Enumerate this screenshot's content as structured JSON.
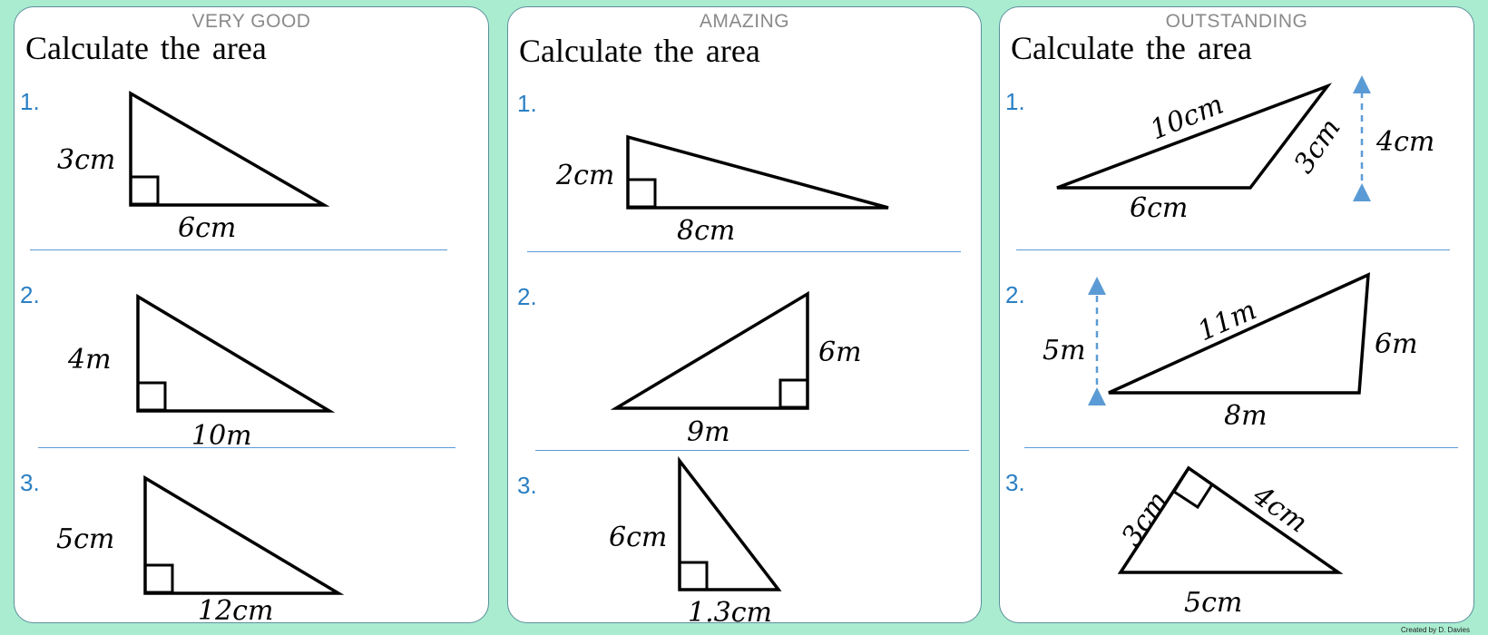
{
  "heading": "Calculate the area",
  "credit": "Created by D. Davies",
  "colors": {
    "background": "#a9ecd0",
    "card_border": "#5d8f9c",
    "number": "#2a7fc4",
    "divider": "#5b9bd5",
    "arrow": "#5b9bd5",
    "level": "#8a8a8a"
  },
  "cards": [
    {
      "level": "VERY GOOD",
      "questions": [
        {
          "number": "1.",
          "labels": {
            "height": "3cm",
            "base": "6cm"
          }
        },
        {
          "number": "2.",
          "labels": {
            "height": "4m",
            "base": "10m"
          }
        },
        {
          "number": "3.",
          "labels": {
            "height": "5cm",
            "base": "12cm"
          }
        }
      ]
    },
    {
      "level": "AMAZING",
      "questions": [
        {
          "number": "1.",
          "labels": {
            "height": "2cm",
            "base": "8cm"
          }
        },
        {
          "number": "2.",
          "labels": {
            "height": "6m",
            "base": "9m"
          }
        },
        {
          "number": "3.",
          "labels": {
            "height": "6cm",
            "base": "1.3cm"
          }
        }
      ]
    },
    {
      "level": "OUTSTANDING",
      "questions": [
        {
          "number": "1.",
          "labels": {
            "long_side": "10cm",
            "short_side": "3cm",
            "base": "6cm",
            "height": "4cm"
          }
        },
        {
          "number": "2.",
          "labels": {
            "long_side": "11m",
            "side": "6m",
            "base": "8m",
            "height": "5m"
          }
        },
        {
          "number": "3.",
          "labels": {
            "left_side": "3cm",
            "right_side": "4cm",
            "base": "5cm"
          }
        }
      ]
    }
  ]
}
